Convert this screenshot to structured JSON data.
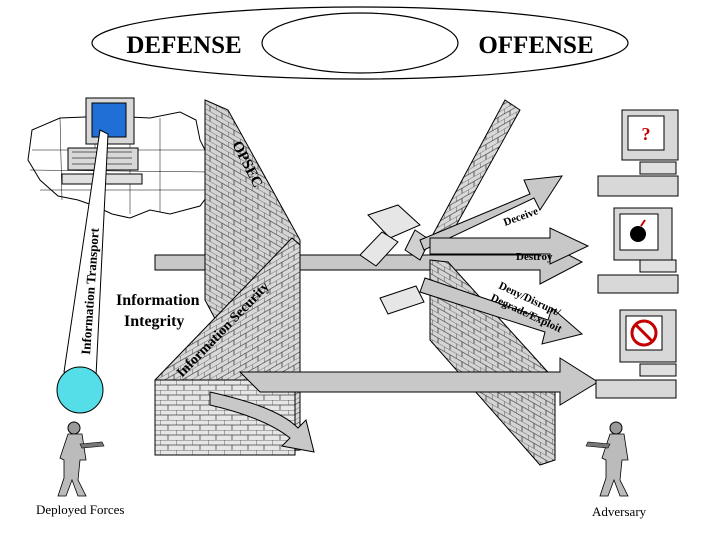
{
  "header": {
    "defense_label": "DEFENSE",
    "offense_label": "OFFENSE"
  },
  "walls": {
    "opsec_label": "OPSEC",
    "infosec_label": "Information Security"
  },
  "arrows": {
    "deceive_label": "Deceive",
    "destroy_label": "Destroy",
    "deny_label_1": "Deny/Disrupt/",
    "deny_label_2": "Degrade/Exploit"
  },
  "left": {
    "transport_label": "Information Transport",
    "integrity_label_1": "Information",
    "integrity_label_2": "Integrity",
    "forces_label": "Deployed Forces"
  },
  "right": {
    "adversary_label": "Adversary",
    "computers": [
      {
        "symbol": "?",
        "icon": "question-mark-icon"
      },
      {
        "symbol": "",
        "icon": "bomb-icon"
      },
      {
        "symbol": "",
        "icon": "prohibited-icon"
      }
    ]
  },
  "colors": {
    "arrow_fill": "#c8c8c8",
    "wall_fill": "#e6e6e6",
    "globe_fill": "#55dde8",
    "screen_blue": "#1f6fd6",
    "symbol_red": "#c40000"
  }
}
